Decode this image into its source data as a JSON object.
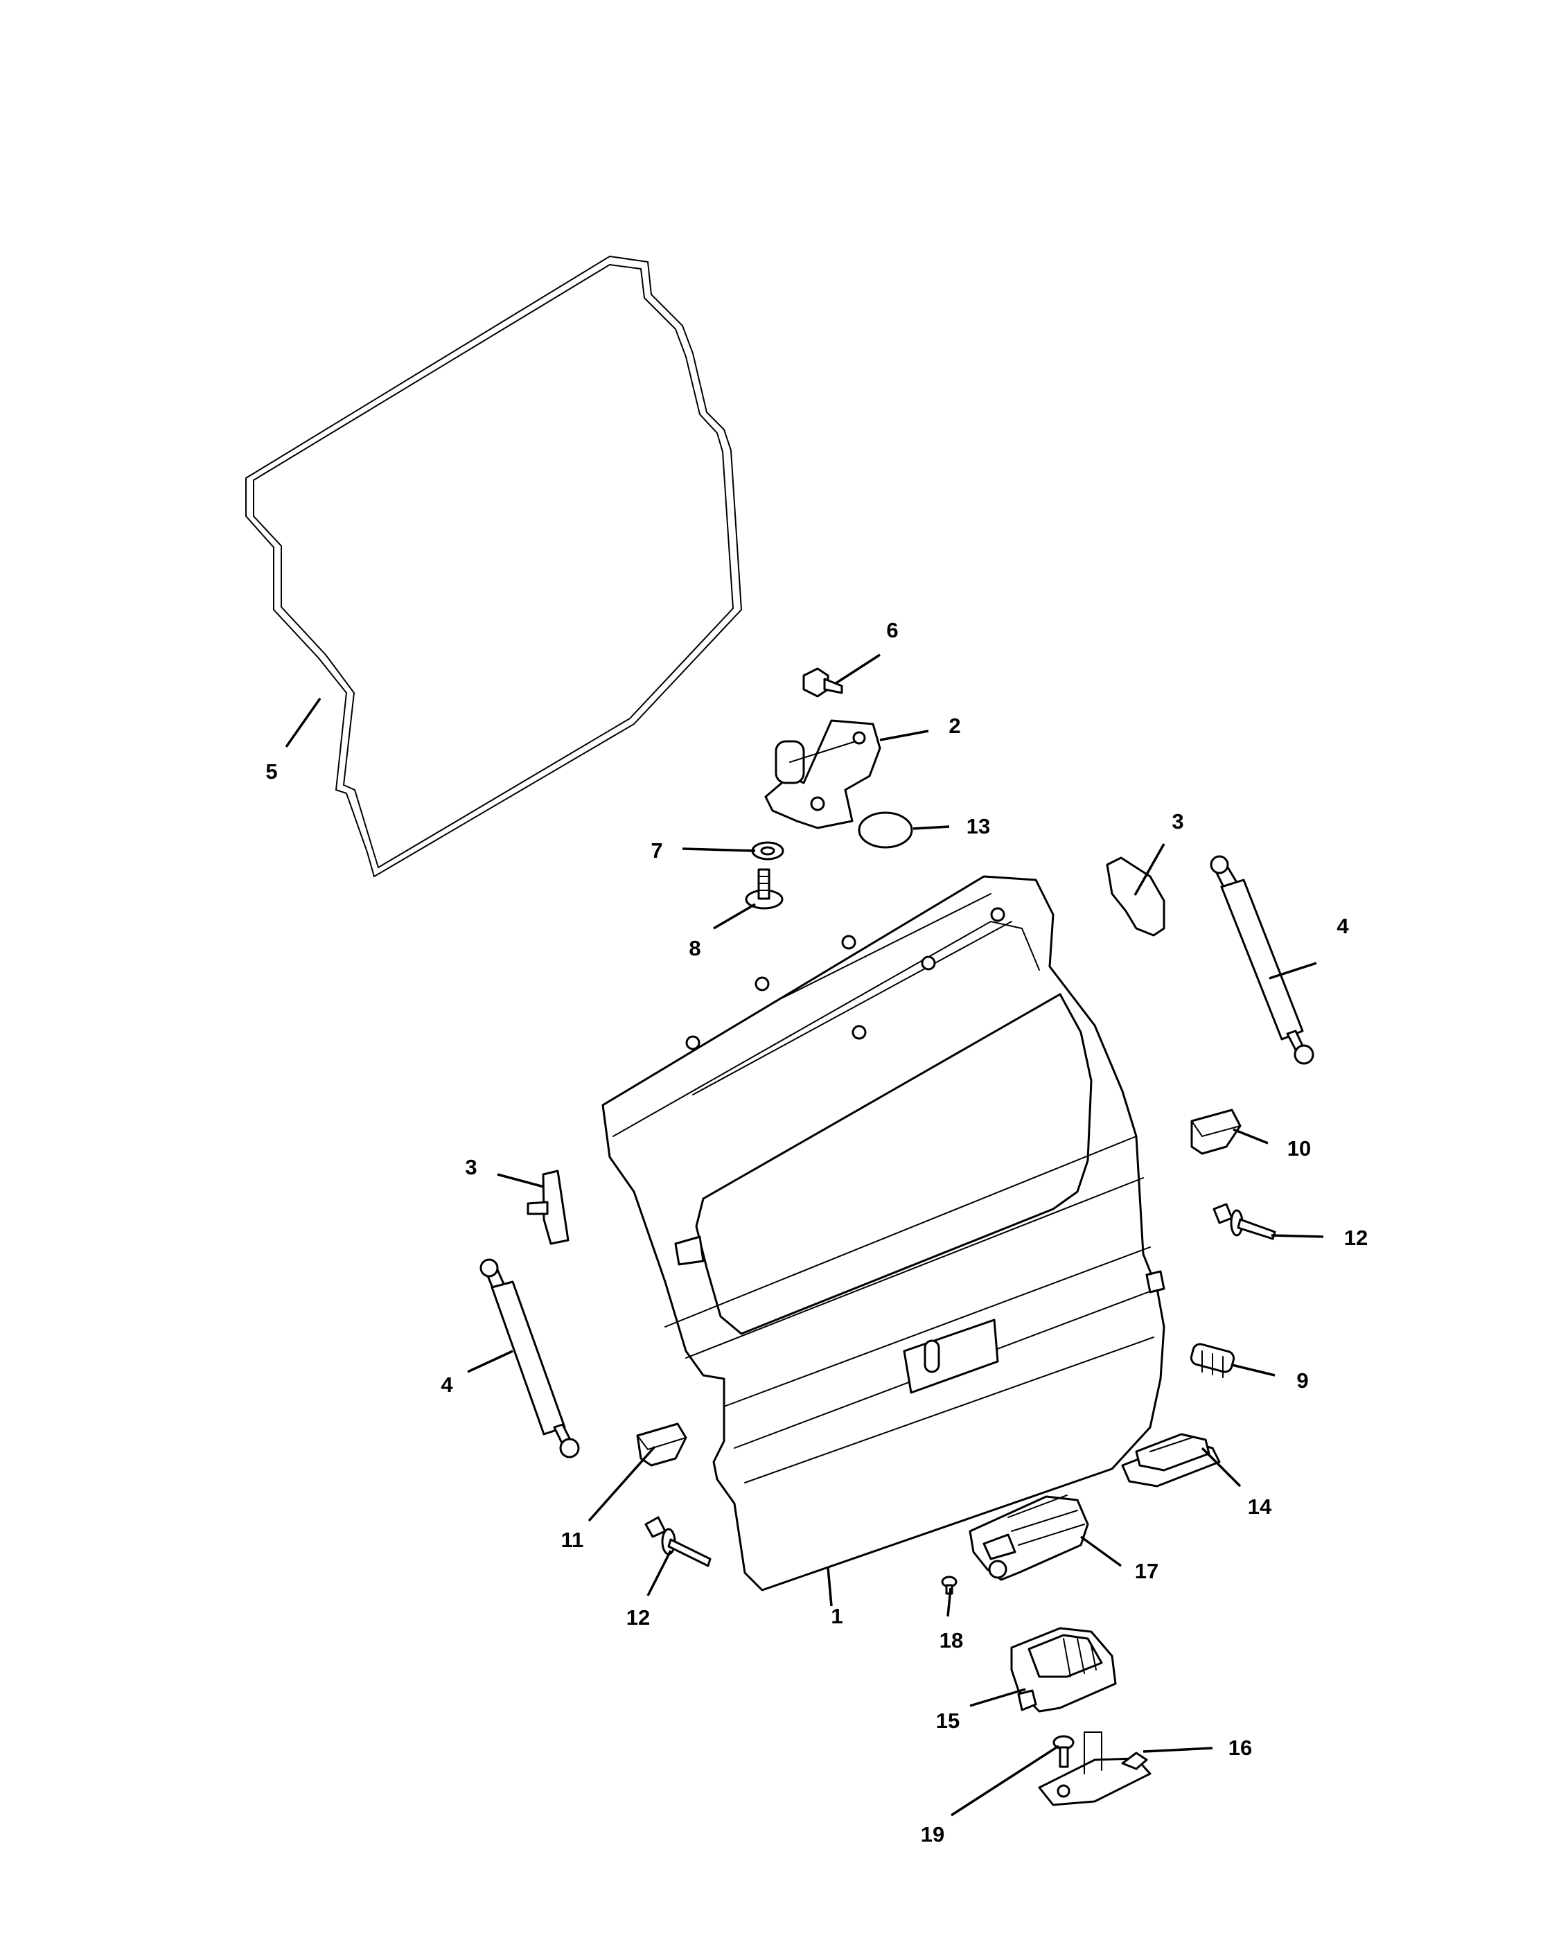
{
  "diagram": {
    "callouts": [
      {
        "id": "c1",
        "label": "1"
      },
      {
        "id": "c2",
        "label": "2"
      },
      {
        "id": "c3a",
        "label": "3"
      },
      {
        "id": "c3b",
        "label": "3"
      },
      {
        "id": "c4a",
        "label": "4"
      },
      {
        "id": "c4b",
        "label": "4"
      },
      {
        "id": "c5",
        "label": "5"
      },
      {
        "id": "c6",
        "label": "6"
      },
      {
        "id": "c7",
        "label": "7"
      },
      {
        "id": "c8",
        "label": "8"
      },
      {
        "id": "c9",
        "label": "9"
      },
      {
        "id": "c10",
        "label": "10"
      },
      {
        "id": "c11",
        "label": "11"
      },
      {
        "id": "c12a",
        "label": "12"
      },
      {
        "id": "c12b",
        "label": "12"
      },
      {
        "id": "c13",
        "label": "13"
      },
      {
        "id": "c14",
        "label": "14"
      },
      {
        "id": "c15",
        "label": "15"
      },
      {
        "id": "c16",
        "label": "16"
      },
      {
        "id": "c17",
        "label": "17"
      },
      {
        "id": "c18",
        "label": "18"
      },
      {
        "id": "c19",
        "label": "19"
      }
    ]
  }
}
